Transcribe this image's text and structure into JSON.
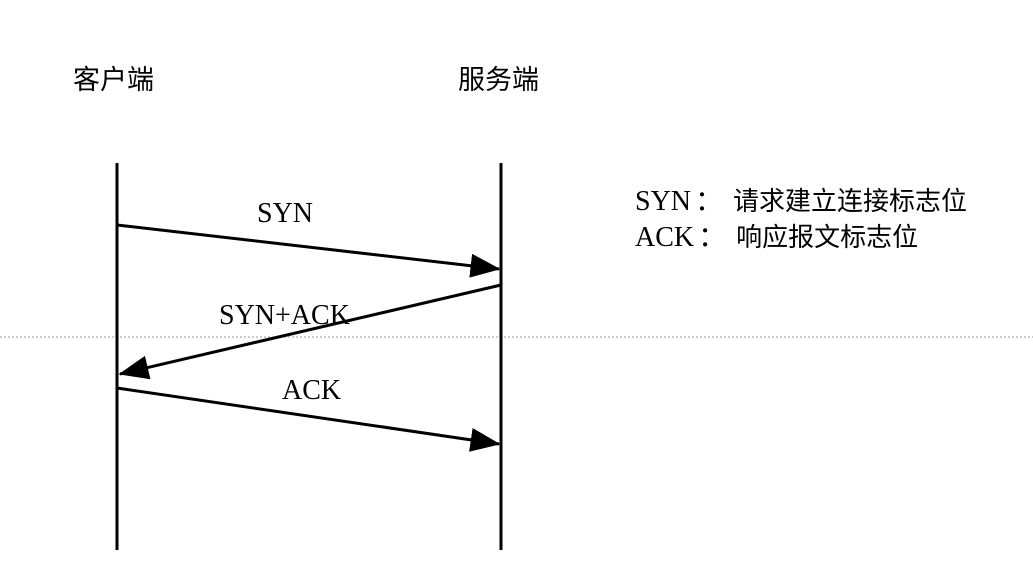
{
  "participants": {
    "client": "客户端",
    "server": "服务端"
  },
  "messages": [
    {
      "label": "SYN",
      "from": "client",
      "to": "server"
    },
    {
      "label": "SYN+ACK",
      "from": "server",
      "to": "client"
    },
    {
      "label": "ACK",
      "from": "client",
      "to": "server"
    }
  ],
  "legend": [
    {
      "term": "SYN",
      "separator": "：",
      "meaning": "请求建立连接标志位"
    },
    {
      "term": "ACK",
      "separator": "：",
      "meaning": "响应报文标志位"
    }
  ],
  "colors": {
    "line": "#000000",
    "divider": "#9a9a9a",
    "background": "#ffffff"
  }
}
